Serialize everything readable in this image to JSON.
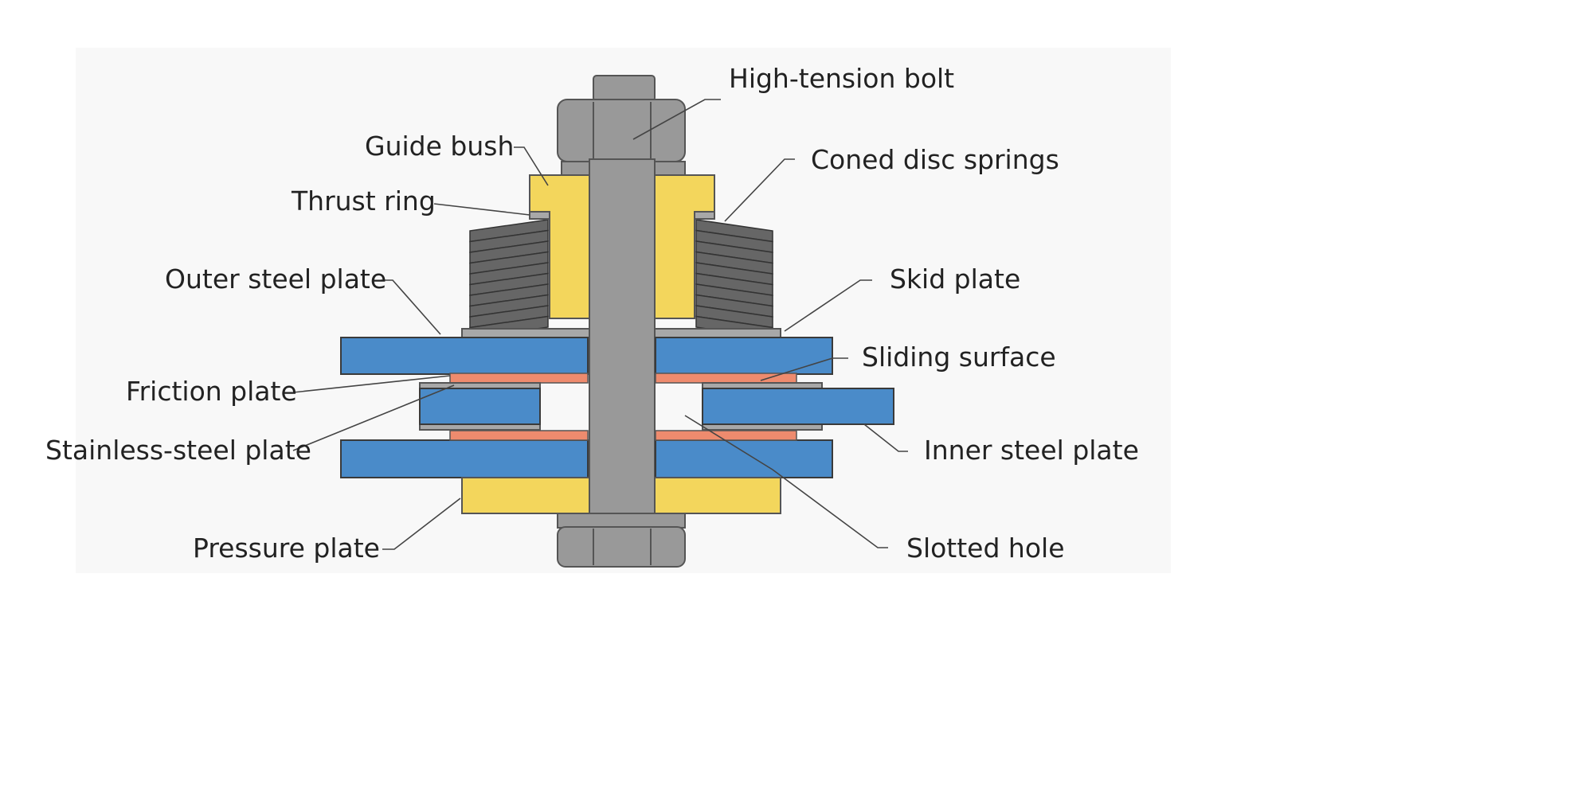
{
  "labels": {
    "high_tension_bolt": "High-tension bolt",
    "guide_bush": "Guide bush",
    "coned_disc_springs": "Coned disc springs",
    "thrust_ring": "Thrust ring",
    "outer_steel_plate": "Outer steel plate",
    "skid_plate": "Skid plate",
    "sliding_surface": "Sliding surface",
    "friction_plate": "Friction plate",
    "stainless_steel_plate": "Stainless-steel plate",
    "inner_steel_plate": "Inner steel plate",
    "pressure_plate": "Pressure plate",
    "slotted_hole": "Slotted hole"
  },
  "colors": {
    "steel_plate": "#4a8bc9",
    "guide_bush_pressure_plate": "#f3d65c",
    "friction_plate": "#ee8b6e",
    "bolt": "#999999",
    "springs": "#666666"
  }
}
